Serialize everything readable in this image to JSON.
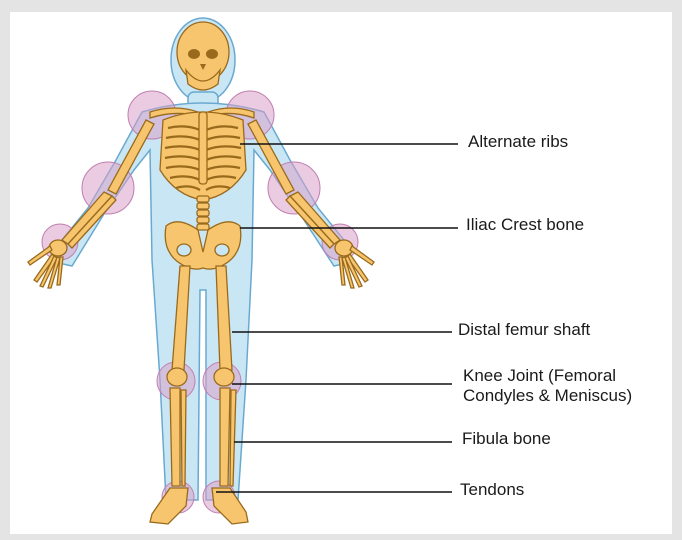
{
  "labels": {
    "ribs": "Alternate ribs",
    "iliac": "Iliac Crest bone",
    "femur": "Distal femur shaft",
    "knee_line1": "Knee Joint (Femoral",
    "knee_line2": "Condyles & Meniscus)",
    "fibula": "Fibula bone",
    "tendons": "Tendons"
  },
  "colors": {
    "body": "#c9e6f5",
    "body_outline": "#6aa9cf",
    "bone": "#f6c56d",
    "bone_outline": "#9a6a1c",
    "joint_highlight": "#d9a0c9",
    "leader_line": "#111111"
  }
}
